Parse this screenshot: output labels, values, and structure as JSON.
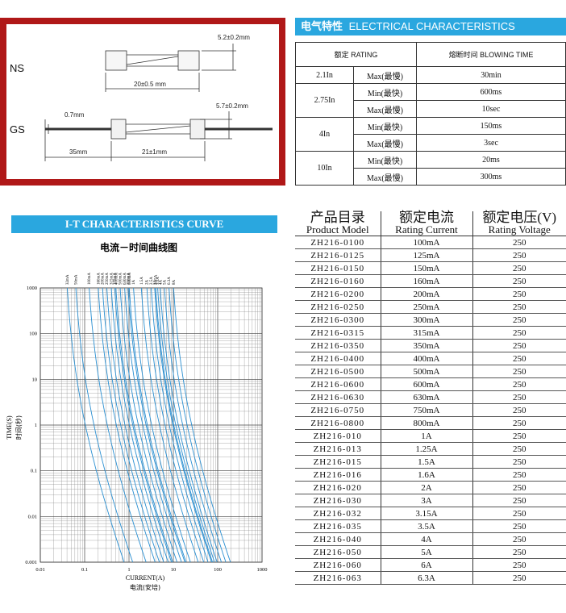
{
  "diagram": {
    "ns_label": "NS",
    "gs_label": "GS",
    "ns_diameter": "5.2±0.2mm",
    "ns_length": "20±0.5 mm",
    "gs_wire": "0.7mm",
    "gs_diameter": "5.7±0.2mm",
    "gs_lead": "35mm",
    "gs_body": "21±1mm"
  },
  "electrical": {
    "header_zh": "电气特性",
    "header_en": "ELECTRICAL CHARACTERISTICS",
    "col_rating": "额定 RATING",
    "col_blowing": "熔断时间 BLOWING TIME",
    "rows": [
      {
        "rating": "2.1In",
        "cond": "Max(最慢)",
        "time": "30min"
      },
      {
        "rating": "2.75In",
        "cond": "Min(最快)",
        "time": "600ms"
      },
      {
        "rating": "",
        "cond": "Max(最慢)",
        "time": "10sec"
      },
      {
        "rating": "4In",
        "cond": "Min(最快)",
        "time": "150ms"
      },
      {
        "rating": "",
        "cond": "Max(最慢)",
        "time": "3sec"
      },
      {
        "rating": "10In",
        "cond": "Min(最快)",
        "time": "20ms"
      },
      {
        "rating": "",
        "cond": "Max(最慢)",
        "time": "300ms"
      }
    ]
  },
  "chart_header": "I-T CHARACTERISTICS CURVE",
  "chart_data": {
    "type": "line",
    "title": "电流－时间曲线图",
    "xlabel": "CURRENT(A)",
    "xlabel_zh": "电流(安培)",
    "ylabel": "TIME(S)",
    "ylabel_zh": "时间(秒)",
    "xscale": "log",
    "yscale": "log",
    "xlim": [
      0.01,
      1000
    ],
    "ylim": [
      0.001,
      1000
    ],
    "xticks": [
      "0.01",
      "0.1",
      "1",
      "10",
      "100",
      "1000"
    ],
    "yticks": [
      "1000",
      "100",
      "10",
      "1",
      "0.1",
      "0.01",
      "0.001"
    ],
    "grid": true,
    "series": [
      {
        "name": "32mA",
        "rating": 0.032
      },
      {
        "name": "50mA",
        "rating": 0.05
      },
      {
        "name": "100mA",
        "rating": 0.1
      },
      {
        "name": "160mA",
        "rating": 0.16
      },
      {
        "name": "200mA",
        "rating": 0.2
      },
      {
        "name": "250mA",
        "rating": 0.25
      },
      {
        "name": "315mA",
        "rating": 0.315
      },
      {
        "name": "375mA",
        "rating": 0.375
      },
      {
        "name": "400mA",
        "rating": 0.4
      },
      {
        "name": "500mA",
        "rating": 0.5
      },
      {
        "name": "630mA",
        "rating": 0.63
      },
      {
        "name": "750mA",
        "rating": 0.75
      },
      {
        "name": "800mA",
        "rating": 0.8
      },
      {
        "name": "1A",
        "rating": 1.0
      },
      {
        "name": "1.5A",
        "rating": 1.5
      },
      {
        "name": "2A",
        "rating": 2.0
      },
      {
        "name": "2.5A",
        "rating": 2.5
      },
      {
        "name": "3A",
        "rating": 3.0
      },
      {
        "name": "3.15A",
        "rating": 3.15
      },
      {
        "name": "3.5A",
        "rating": 3.5
      },
      {
        "name": "4A",
        "rating": 4.0
      },
      {
        "name": "5A",
        "rating": 5.0
      },
      {
        "name": "6.3A",
        "rating": 6.3
      },
      {
        "name": "8A",
        "rating": 8.0
      }
    ],
    "line_color": "#2a8fd1"
  },
  "products": {
    "header_model_zh": "产品目录",
    "header_model_en": "Product Model",
    "header_current_zh": "额定电流",
    "header_current_en": "Rating Current",
    "header_voltage_zh": "额定电压(V)",
    "header_voltage_en": "Rating Voltage",
    "rows": [
      [
        "ZH216-0100",
        "100mA",
        "250"
      ],
      [
        "ZH216-0125",
        "125mA",
        "250"
      ],
      [
        "ZH216-0150",
        "150mA",
        "250"
      ],
      [
        "ZH216-0160",
        "160mA",
        "250"
      ],
      [
        "ZH216-0200",
        "200mA",
        "250"
      ],
      [
        "ZH216-0250",
        "250mA",
        "250"
      ],
      [
        "ZH216-0300",
        "300mA",
        "250"
      ],
      [
        "ZH216-0315",
        "315mA",
        "250"
      ],
      [
        "ZH216-0350",
        "350mA",
        "250"
      ],
      [
        "ZH216-0400",
        "400mA",
        "250"
      ],
      [
        "ZH216-0500",
        "500mA",
        "250"
      ],
      [
        "ZH216-0600",
        "600mA",
        "250"
      ],
      [
        "ZH216-0630",
        "630mA",
        "250"
      ],
      [
        "ZH216-0750",
        "750mA",
        "250"
      ],
      [
        "ZH216-0800",
        "800mA",
        "250"
      ],
      [
        "ZH216-010",
        "1A",
        "250"
      ],
      [
        "ZH216-013",
        "1.25A",
        "250"
      ],
      [
        "ZH216-015",
        "1.5A",
        "250"
      ],
      [
        "ZH216-016",
        "1.6A",
        "250"
      ],
      [
        "ZH216-020",
        "2A",
        "250"
      ],
      [
        "ZH216-030",
        "3A",
        "250"
      ],
      [
        "ZH216-032",
        "3.15A",
        "250"
      ],
      [
        "ZH216-035",
        "3.5A",
        "250"
      ],
      [
        "ZH216-040",
        "4A",
        "250"
      ],
      [
        "ZH216-050",
        "5A",
        "250"
      ],
      [
        "ZH216-060",
        "6A",
        "250"
      ],
      [
        "ZH216-063",
        "6.3A",
        "250"
      ]
    ]
  },
  "colors": {
    "accent_blue": "#2aa7df",
    "frame_red": "#b01818"
  }
}
